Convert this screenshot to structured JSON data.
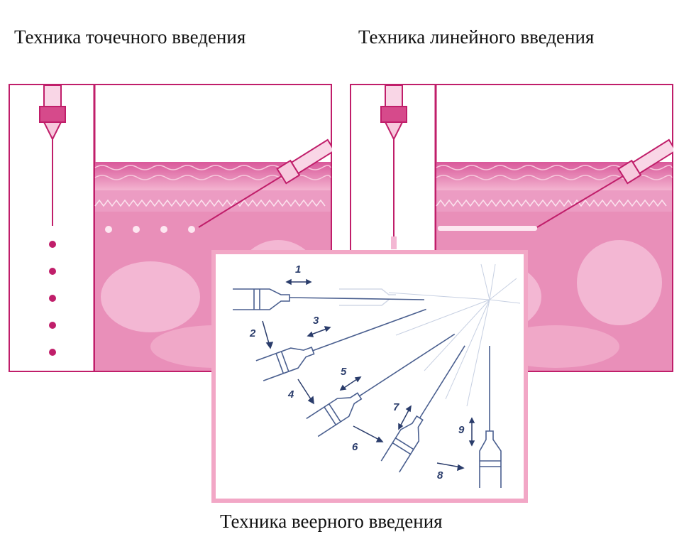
{
  "titles": {
    "point": "Техника точечного введения",
    "linear": "Техника линейного введения",
    "fan": "Техника веерного введения"
  },
  "fan_labels": [
    "1",
    "2",
    "3",
    "4",
    "5",
    "6",
    "7",
    "8",
    "9"
  ],
  "colors": {
    "magenta": "#c01e6a",
    "skin_pink": "#e98fb9",
    "deep_pink": "#d64a8b",
    "fan_border": "#f2a7c6",
    "needle_blue": "#4a5f8f"
  }
}
